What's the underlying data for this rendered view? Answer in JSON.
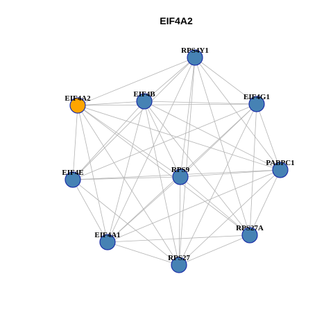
{
  "title": "EIF4A2",
  "colors": {
    "node_default_fill": "#4682B4",
    "node_default_stroke": "#1C2FA8",
    "node_highlight_fill": "#FFA500",
    "node_highlight_stroke": "#1C2FA8",
    "edge": "#B3B3B3"
  },
  "graph": {
    "highlight": "EIF4A2",
    "nodes": [
      {
        "id": "RPS4Y1",
        "label": "RPS4Y1"
      },
      {
        "id": "EIF4A2",
        "label": "EIF4A2"
      },
      {
        "id": "EIF4B",
        "label": "EIF4B"
      },
      {
        "id": "EIF4G1",
        "label": "EIF4G1"
      },
      {
        "id": "EIF4E",
        "label": "EIF4E"
      },
      {
        "id": "RPS9",
        "label": "RPS9"
      },
      {
        "id": "PABPC1",
        "label": "PABPC1"
      },
      {
        "id": "EIF4A1",
        "label": "EIF4A1"
      },
      {
        "id": "RPS27A",
        "label": "RPS27A"
      },
      {
        "id": "RPS27",
        "label": "RPS27"
      }
    ],
    "edges": [
      [
        "RPS4Y1",
        "EIF4A2"
      ],
      [
        "RPS4Y1",
        "EIF4B"
      ],
      [
        "RPS4Y1",
        "EIF4G1"
      ],
      [
        "RPS4Y1",
        "EIF4E"
      ],
      [
        "RPS4Y1",
        "RPS9"
      ],
      [
        "RPS4Y1",
        "PABPC1"
      ],
      [
        "RPS4Y1",
        "EIF4A1"
      ],
      [
        "RPS4Y1",
        "RPS27A"
      ],
      [
        "RPS4Y1",
        "RPS27"
      ],
      [
        "EIF4A2",
        "EIF4B"
      ],
      [
        "EIF4A2",
        "EIF4G1"
      ],
      [
        "EIF4A2",
        "EIF4E"
      ],
      [
        "EIF4A2",
        "RPS9"
      ],
      [
        "EIF4A2",
        "PABPC1"
      ],
      [
        "EIF4A2",
        "EIF4A1"
      ],
      [
        "EIF4A2",
        "RPS27A"
      ],
      [
        "EIF4A2",
        "RPS27"
      ],
      [
        "EIF4B",
        "EIF4G1"
      ],
      [
        "EIF4B",
        "EIF4E"
      ],
      [
        "EIF4B",
        "RPS9"
      ],
      [
        "EIF4B",
        "PABPC1"
      ],
      [
        "EIF4B",
        "EIF4A1"
      ],
      [
        "EIF4B",
        "RPS27A"
      ],
      [
        "EIF4B",
        "RPS27"
      ],
      [
        "EIF4G1",
        "EIF4E"
      ],
      [
        "EIF4G1",
        "RPS9"
      ],
      [
        "EIF4G1",
        "PABPC1"
      ],
      [
        "EIF4G1",
        "EIF4A1"
      ],
      [
        "EIF4G1",
        "RPS27A"
      ],
      [
        "EIF4G1",
        "RPS27"
      ],
      [
        "EIF4E",
        "RPS9"
      ],
      [
        "EIF4E",
        "PABPC1"
      ],
      [
        "EIF4E",
        "EIF4A1"
      ],
      [
        "EIF4E",
        "RPS27"
      ],
      [
        "RPS9",
        "PABPC1"
      ],
      [
        "RPS9",
        "EIF4A1"
      ],
      [
        "RPS9",
        "RPS27A"
      ],
      [
        "RPS9",
        "RPS27"
      ],
      [
        "PABPC1",
        "EIF4A1"
      ],
      [
        "PABPC1",
        "RPS27A"
      ],
      [
        "PABPC1",
        "RPS27"
      ],
      [
        "EIF4A1",
        "RPS27A"
      ],
      [
        "EIF4A1",
        "RPS27"
      ],
      [
        "RPS27A",
        "RPS27"
      ]
    ]
  }
}
